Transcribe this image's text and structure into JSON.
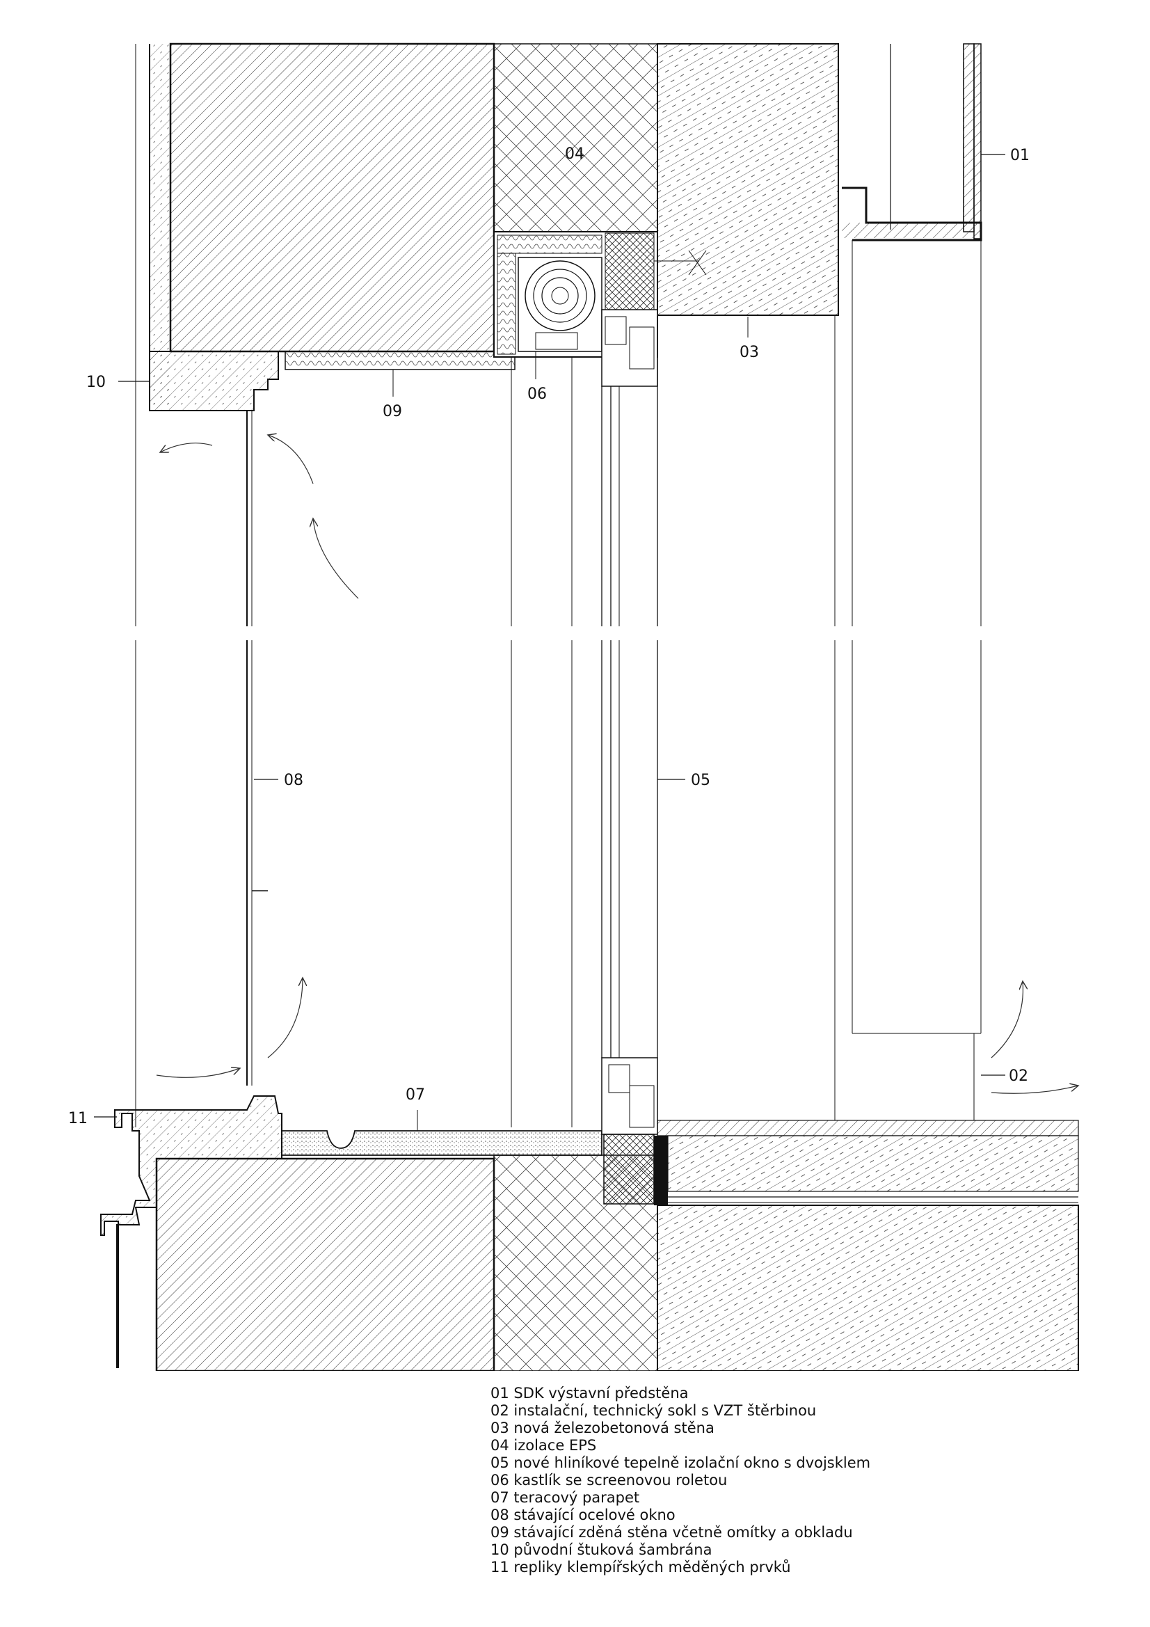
{
  "callouts": {
    "c01": "01",
    "c02": "02",
    "c03": "03",
    "c04": "04",
    "c05": "05",
    "c06": "06",
    "c07": "07",
    "c08": "08",
    "c09": "09",
    "c10": "10",
    "c11": "11"
  },
  "legend": [
    "01 SDK výstavní předstěna",
    "02 instalační, technický sokl s VZT štěrbinou",
    "03 nová železobetonová stěna",
    "04 izolace EPS",
    "05 nové hliníkové tepelně izolační okno s dvojsklem",
    "06 kastlík se screenovou roletou",
    "07 teracový parapet",
    "08 stávající ocelové okno",
    "09 stávající zděná stěna včetně omítky a obkladu",
    "10 původní štuková šambrána",
    "11 repliky klempířských měděných prvků"
  ]
}
